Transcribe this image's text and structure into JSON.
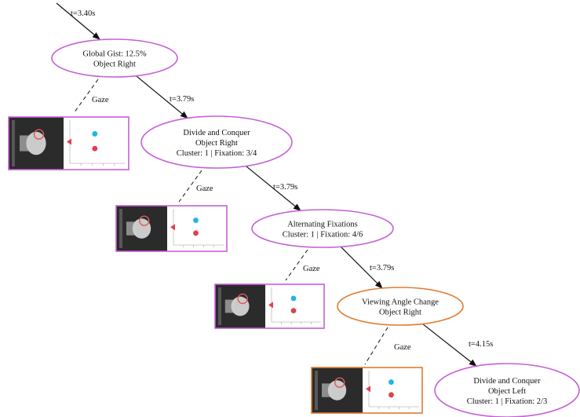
{
  "colors": {
    "purple_node": "#c65fd6",
    "orange_node": "#e07a2c",
    "cyan_dot": "#22b5e4",
    "red_dot": "#e0404a",
    "edge": "#111111",
    "photo_bg": "#2b2b2b"
  },
  "top_edge": {
    "label": "t=3.40s"
  },
  "nodes": [
    {
      "id": "n1",
      "color": "purple",
      "lines": [
        "Global Gist: 12.5%",
        "Object Right"
      ]
    },
    {
      "id": "n2",
      "color": "purple",
      "lines": [
        "Divide and Conquer",
        "Object Right",
        "Cluster: 1 | Fixation: 3/4"
      ]
    },
    {
      "id": "n3",
      "color": "purple",
      "lines": [
        "Alternating Fixations",
        "Cluster: 1 | Fixation: 4/6"
      ]
    },
    {
      "id": "n4",
      "color": "orange",
      "lines": [
        "Viewing Angle Change",
        "Object Right"
      ]
    },
    {
      "id": "n5",
      "color": "purple",
      "lines": [
        "Divide and Conquer",
        "Object Left",
        "Cluster: 1 | Fixation: 2/3"
      ]
    }
  ],
  "transitions": [
    {
      "from": "n1",
      "to": "n2",
      "label": "t=3.79s"
    },
    {
      "from": "n2",
      "to": "n3",
      "label": "t=3.79s"
    },
    {
      "from": "n3",
      "to": "n4",
      "label": "t=3.79s"
    },
    {
      "from": "n4",
      "to": "n5",
      "label": "t=4.15s"
    }
  ],
  "gaze_links": [
    {
      "from": "n1",
      "label": "Gaze",
      "frame_color": "purple"
    },
    {
      "from": "n2",
      "label": "Gaze",
      "frame_color": "purple"
    },
    {
      "from": "n3",
      "label": "Gaze",
      "frame_color": "purple"
    },
    {
      "from": "n4",
      "label": "Gaze",
      "frame_color": "orange"
    }
  ]
}
